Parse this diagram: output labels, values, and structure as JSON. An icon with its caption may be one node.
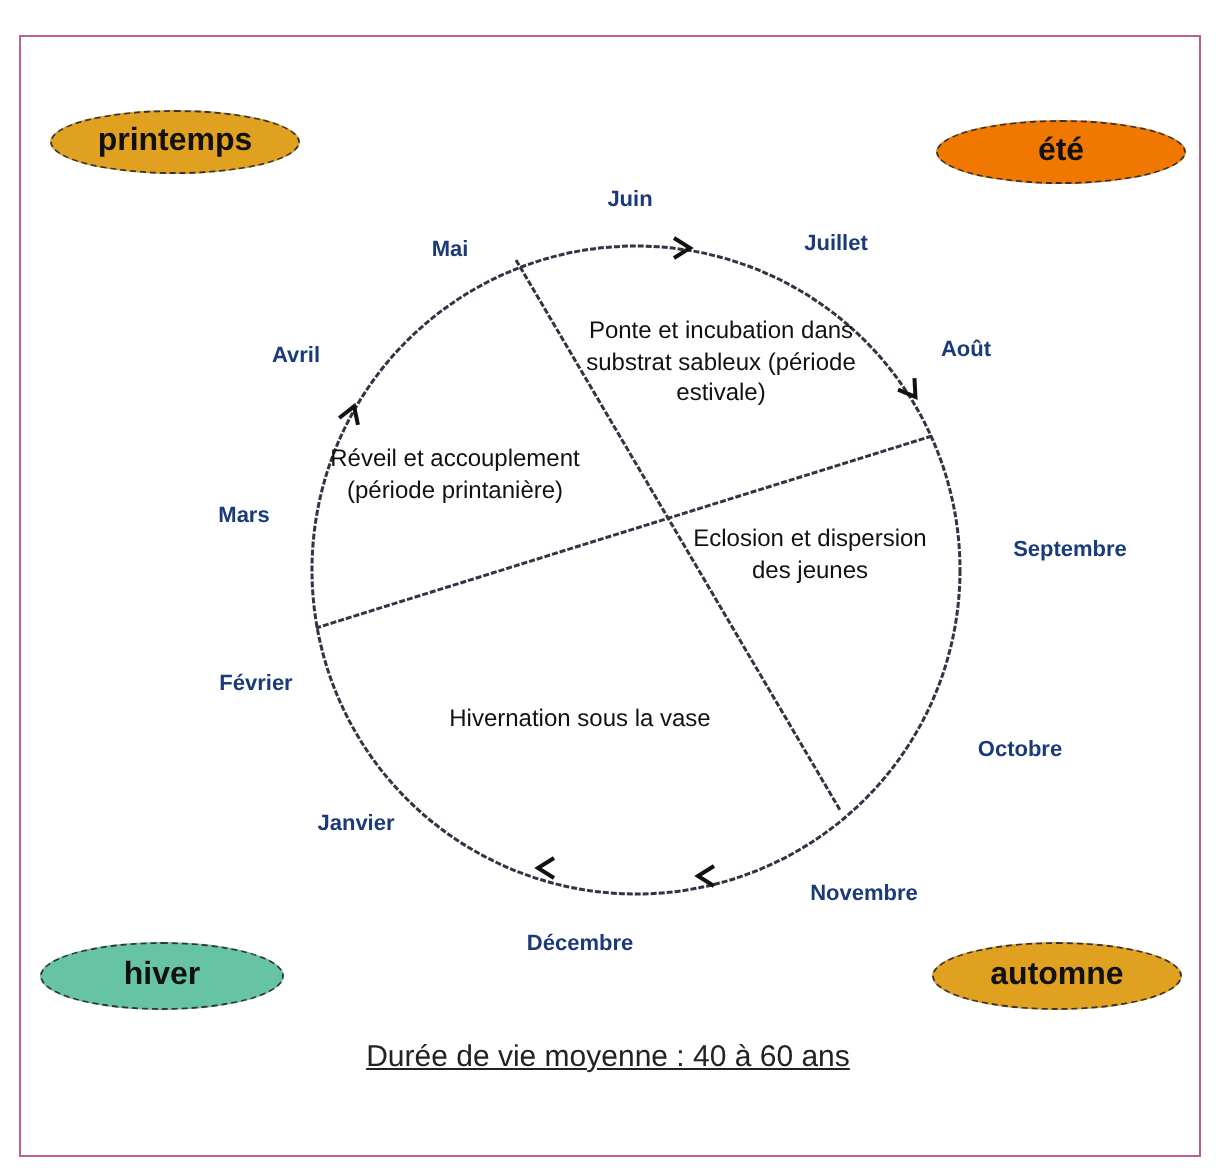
{
  "diagram": {
    "caption": "Durée de vie moyenne : 40 à 60 ans",
    "nodes": [
      {
        "text": [
          "printemps"
        ]
      },
      {
        "text": [
          "été"
        ]
      },
      {
        "text": [
          "hiver"
        ]
      },
      {
        "text": [
          "automne"
        ]
      },
      {
        "text": [
          "Ponte et incubation dans substrat sableux (période estivale)"
        ]
      },
      {
        "text": [
          "Réveil et accouplement (période printanière)"
        ]
      },
      {
        "text": [
          "Eclosion et dispersion des jeunes"
        ]
      },
      {
        "text": [
          "Hivernation sous la vase"
        ]
      }
    ],
    "labels": [
      "Juin",
      "Juillet",
      "Mai",
      "Août",
      "Avril",
      "Mars",
      "Septembre",
      "Février",
      "Octobre",
      "Janvier",
      "Novembre",
      "Décembre"
    ]
  }
}
